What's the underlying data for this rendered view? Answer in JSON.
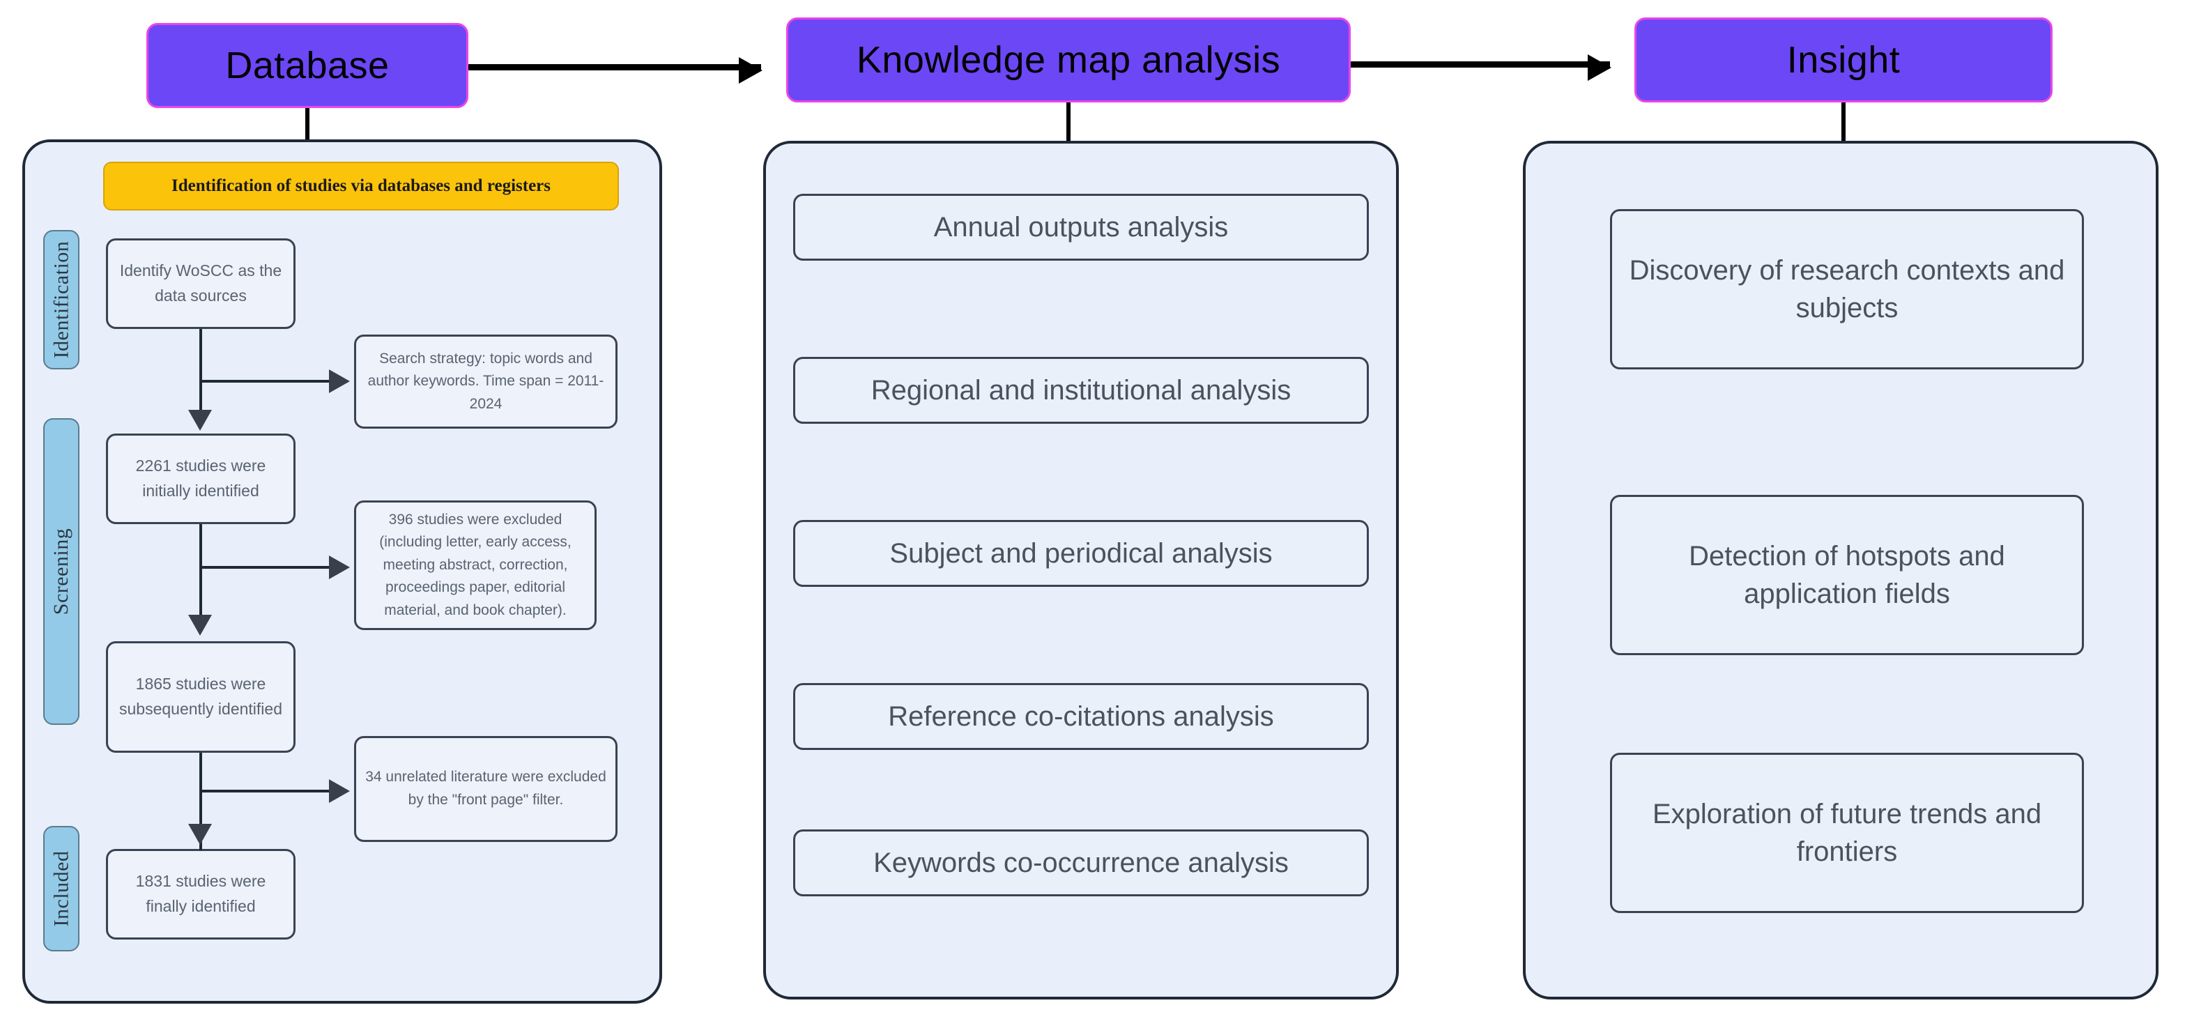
{
  "headers": [
    {
      "id": "database",
      "label": "Database"
    },
    {
      "id": "knowledge",
      "label": "Knowledge map analysis"
    },
    {
      "id": "insight",
      "label": "Insight"
    }
  ],
  "left_panel": {
    "banner": "Identification of studies via databases and registers",
    "stage_tabs": [
      {
        "id": "identification",
        "label": "Identification"
      },
      {
        "id": "screening",
        "label": "Screening"
      },
      {
        "id": "included",
        "label": "Included"
      }
    ],
    "main_boxes": [
      {
        "id": "wosc",
        "text": "Identify WoSCC as the data sources"
      },
      {
        "id": "initial",
        "text": "2261 studies were initially identified"
      },
      {
        "id": "subsequent",
        "text": "1865 studies were subsequently identified"
      },
      {
        "id": "final",
        "text": "1831 studies were finally identified"
      }
    ],
    "side_boxes": [
      {
        "id": "strategy",
        "text": "Search strategy: topic words and author keywords. Time span = 2011-2024"
      },
      {
        "id": "excluded",
        "text": "396 studies were excluded (including letter, early access, meeting abstract, correction, proceedings paper, editorial material, and book chapter)."
      },
      {
        "id": "unrelated",
        "text": "34 unrelated literature were excluded by the \"front page\" filter."
      }
    ]
  },
  "middle_panel": {
    "items": [
      {
        "label": "Annual outputs analysis"
      },
      {
        "label": "Regional and institutional analysis"
      },
      {
        "label": "Subject and periodical analysis"
      },
      {
        "label": "Reference co-citations analysis"
      },
      {
        "label": "Keywords co-occurrence analysis"
      }
    ]
  },
  "right_panel": {
    "items": [
      {
        "label": "Discovery of research contexts and subjects"
      },
      {
        "label": "Detection of hotspots and application fields"
      },
      {
        "label": "Exploration of future trends and frontiers"
      }
    ]
  },
  "colors": {
    "header_fill": "#6C47F5",
    "header_border": "#E846E8",
    "panel_fill": "#E8EFFA",
    "panel_border": "#1F2937",
    "banner_fill": "#FCC30B",
    "stage_tab_fill": "#93CAE8",
    "box_fill": "#EAF0FA",
    "box_border": "#3A4352",
    "arrow": "#000000"
  }
}
